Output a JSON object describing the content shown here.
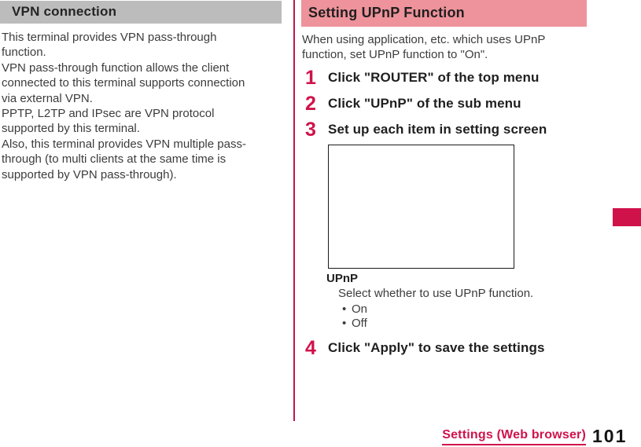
{
  "left": {
    "header": "VPN connection",
    "body": "This terminal provides VPN pass-through\nfunction.\nVPN pass-through function allows the client\nconnected to this terminal supports connection\nvia external VPN.\nPPTP, L2TP and IPsec are VPN protocol\nsupported by this terminal.\nAlso, this terminal provides VPN multiple pass-\nthrough (to multi clients at the same time is\nsupported by VPN pass-through)."
  },
  "right": {
    "header": "Setting UPnP Function",
    "intro": "When using application, etc. which uses UPnP\nfunction, set UPnP function to \"On\".",
    "steps": [
      {
        "num": "1",
        "text": "Click \"ROUTER\" of the top menu"
      },
      {
        "num": "2",
        "text": "Click \"UPnP\" of the sub menu"
      },
      {
        "num": "3",
        "text": "Set up each item in setting screen"
      },
      {
        "num": "4",
        "text": "Click \"Apply\" to save the settings"
      }
    ],
    "setting": {
      "label": "UPnP",
      "description": "Select whether to use UPnP function.",
      "options": [
        "On",
        "Off"
      ]
    }
  },
  "footer": {
    "section_link": "Settings (Web browser)",
    "page_number": "101"
  },
  "colors": {
    "accent_crimson": "#d0124b",
    "header_pink_bg": "#ee939b",
    "header_gray_bg": "#bcbcbc"
  }
}
